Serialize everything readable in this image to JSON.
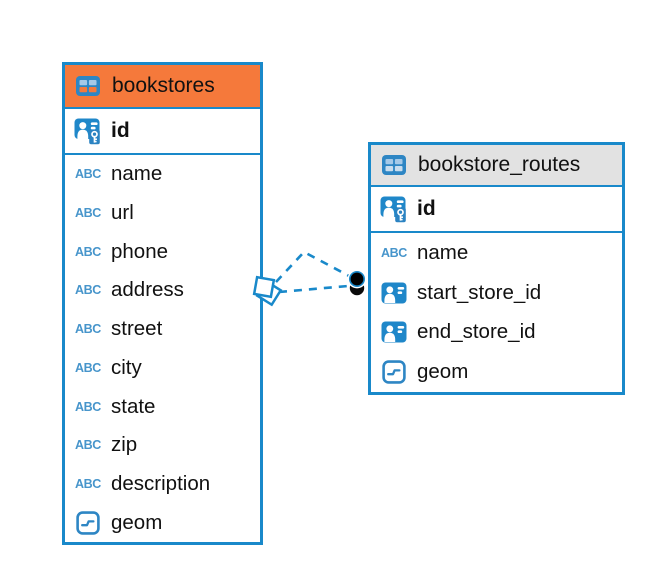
{
  "diagram": {
    "tables": [
      {
        "name": "bookstores",
        "header_color": "#F5793B",
        "columns": [
          {
            "name": "id",
            "type": "primary-key"
          },
          {
            "name": "name",
            "type": "text"
          },
          {
            "name": "url",
            "type": "text"
          },
          {
            "name": "phone",
            "type": "text"
          },
          {
            "name": "address",
            "type": "text"
          },
          {
            "name": "street",
            "type": "text"
          },
          {
            "name": "city",
            "type": "text"
          },
          {
            "name": "state",
            "type": "text"
          },
          {
            "name": "zip",
            "type": "text"
          },
          {
            "name": "description",
            "type": "text"
          },
          {
            "name": "geom",
            "type": "geometry"
          }
        ]
      },
      {
        "name": "bookstore_routes",
        "header_color": "#E2E2E2",
        "columns": [
          {
            "name": "id",
            "type": "primary-key"
          },
          {
            "name": "name",
            "type": "text"
          },
          {
            "name": "start_store_id",
            "type": "foreign-key"
          },
          {
            "name": "end_store_id",
            "type": "foreign-key"
          },
          {
            "name": "geom",
            "type": "geometry"
          }
        ]
      }
    ],
    "relationships": [
      {
        "from_table": "bookstore_routes",
        "to_table": "bookstores",
        "line_style": "dashed",
        "source_marker": "dot",
        "target_marker": "rotated-square"
      },
      {
        "from_table": "bookstore_routes",
        "to_table": "bookstores",
        "line_style": "dashed",
        "source_marker": "dot",
        "target_marker": "rotated-square"
      }
    ]
  },
  "icons": {
    "text_type_label": "ABC"
  },
  "colors": {
    "border_blue": "#1989CA",
    "icon_blue": "#1F87C9",
    "orange_header": "#F5793B",
    "gray_header": "#E2E2E2",
    "background": "#FFFFFF",
    "text": "#111111"
  }
}
